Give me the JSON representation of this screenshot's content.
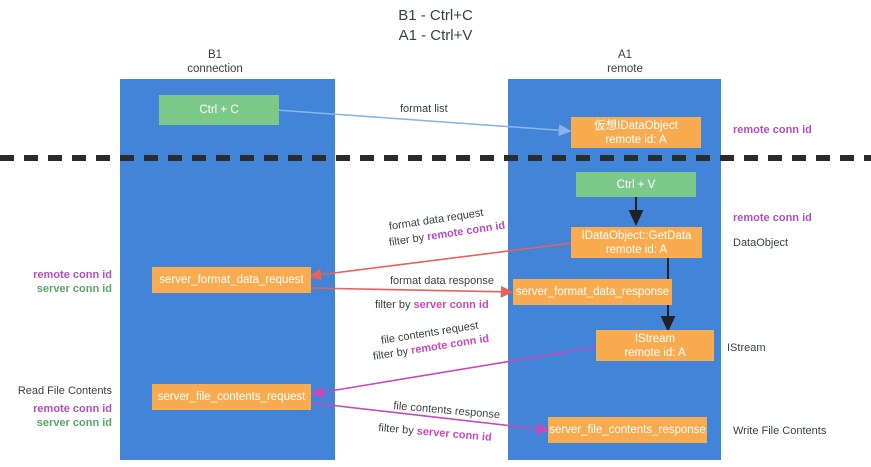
{
  "diagram": {
    "title_line1": "B1 - Ctrl+C",
    "title_line2": "A1 - Ctrl+V",
    "columns": [
      {
        "name": "B1",
        "sub": "connection"
      },
      {
        "name": "A1",
        "sub": "remote"
      }
    ],
    "nodes": {
      "ctrl_c": {
        "label": "Ctrl + C",
        "color": "#7dc98a"
      },
      "virtual_idataobject": {
        "label": "仮想IDataObject",
        "sublabel": "remote id: A",
        "color": "#f9ab50"
      },
      "ctrl_v": {
        "label": "Ctrl + V",
        "color": "#7dc98a"
      },
      "idataobject_getdata": {
        "label": "IDataObject::GetData",
        "sublabel": "remote id: A",
        "color": "#f9ab50"
      },
      "server_format_data_request": {
        "label": "server_format_data_request",
        "color": "#f9ab50"
      },
      "server_format_data_response": {
        "label": "server_format_data_response",
        "color": "#f9ab50"
      },
      "istream": {
        "label": "IStream",
        "sublabel": "remote id: A",
        "color": "#f9ab50"
      },
      "server_file_contents_request": {
        "label": "server_file_contents_request",
        "color": "#f9ab50"
      },
      "server_file_contents_response": {
        "label": "server_file_contents_response",
        "color": "#f9ab50"
      }
    },
    "edge_labels": {
      "format_list": "format list",
      "format_data_request": "format data request",
      "format_data_request_filter_prefix": "filter by ",
      "format_data_request_filter_key": "remote conn id",
      "format_data_response": "format data response",
      "format_data_response_filter_prefix": "filter by ",
      "format_data_response_filter_key": "server conn id",
      "file_contents_request": "file contents request",
      "file_contents_request_filter_prefix": "filter by ",
      "file_contents_request_filter_key": "remote conn id",
      "file_contents_response": "file contents response",
      "file_contents_response_filter_prefix": "filter by ",
      "file_contents_response_filter_key": "server conn id"
    },
    "annotations": {
      "right_remote_conn_id_top": "remote conn id",
      "right_remote_conn_id_mid": "remote conn id",
      "right_dataobject": "DataObject",
      "right_istream": "IStream",
      "right_write_file_contents": "Write File Contents",
      "left_remote_conn_id": "remote conn id",
      "left_server_conn_id": "server conn id",
      "left_read_file_contents": "Read File Contents",
      "left_remote_conn_id_2": "remote conn id",
      "left_server_conn_id_2": "server conn id"
    },
    "colors": {
      "lane": "#4285d8",
      "green_node": "#7dc98a",
      "orange_node": "#f9ab50",
      "magenta": "#b04ec0",
      "green_text": "#5aa469",
      "arrow_blue": "#8ab4e8",
      "arrow_red": "#e8615a",
      "arrow_magenta": "#c84ab8",
      "arrow_dark": "#202124",
      "divider": "#2b2b2b"
    }
  }
}
